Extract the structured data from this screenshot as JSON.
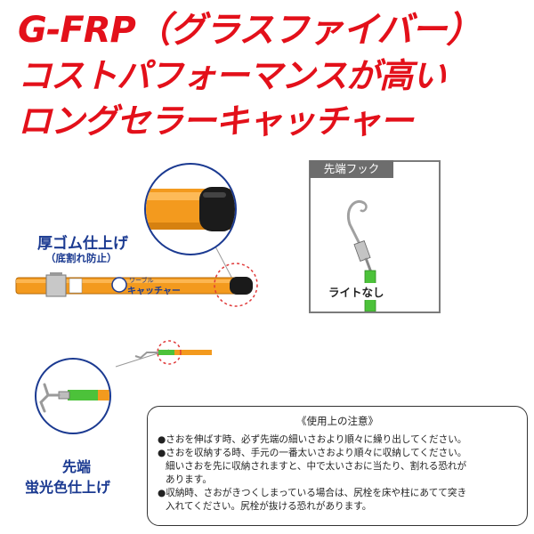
{
  "headline": {
    "line1": "G-FRP（グラスファイバー）",
    "line2": "コストパフォーマンスが高い",
    "line3": "ロングセラーキャッチャー"
  },
  "callouts": {
    "rubber_title": "厚ゴム仕上げ",
    "rubber_sub": "（底割れ防止）",
    "tip_title": "先端",
    "tip_sub": "蛍光色仕上げ"
  },
  "hook_panel": {
    "label": "先端フック",
    "caption": "ライトなし"
  },
  "pole_label": {
    "brand_small": "ワーブル",
    "brand_main": "キャッチャー"
  },
  "notes": {
    "title": "《使用上の注意》",
    "items": [
      "●さおを伸ばす時、必ず先端の細いさおより順々に繰り出してください。",
      "●さおを収納する時、手元の一番太いさおより順々に収納してください。",
      "細いさおを先に収納されますと、中で太いさおに当たり、割れる恐れが",
      "あります。",
      "●収納時、さおがきつくしまっている場合は、尻栓を床や柱にあてて突き",
      "入れてください。尻栓が抜ける恐れがあります。"
    ]
  },
  "colors": {
    "headline_red": "#e3101a",
    "callout_blue": "#1b3a91",
    "pole_orange": "#f39a1e",
    "tip_green": "#4cc23a",
    "dashed_red": "#e03a3a"
  }
}
